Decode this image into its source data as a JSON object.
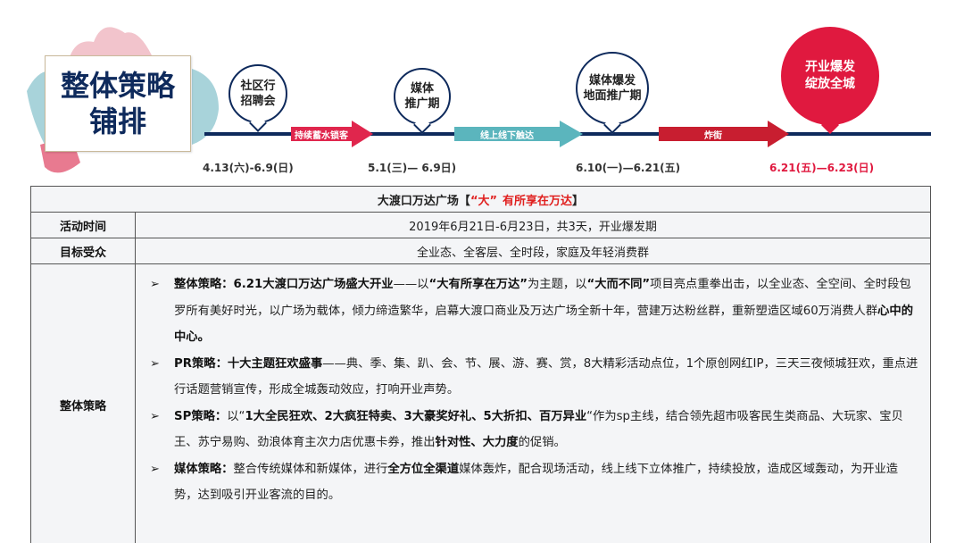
{
  "title": {
    "line1": "整体策略",
    "line2": "铺排"
  },
  "timeline": {
    "bubbles": [
      {
        "line1": "社区行",
        "line2": "招聘会"
      },
      {
        "line1": "媒体",
        "line2": "推广期"
      },
      {
        "line1": "媒体爆发",
        "line2": "地面推广期"
      },
      {
        "line1": "开业爆发",
        "line2": "绽放全城"
      }
    ],
    "arrows": [
      {
        "label": "持续蓄水锁客",
        "color": "#e0264d"
      },
      {
        "label": "线上线下触达",
        "color": "#5bb5bd"
      },
      {
        "label": "炸街",
        "color": "#c81e30"
      }
    ],
    "dates": [
      "4.13(六)-6.9(日)",
      "5.1(三)— 6.9日)",
      "6.10(一)—6.21(五)",
      "6.21(五)—6.23(日)"
    ]
  },
  "colors": {
    "navy": "#0e2a5c",
    "red": "#e0193f",
    "teal": "#5bb5bd",
    "pink": "#f2c4cc",
    "lightblue": "#a8d3da"
  },
  "table": {
    "header": {
      "prefix": "大渡口万达广场【",
      "highlight_quote": "“大”",
      "highlight_rest": "有所享在万达",
      "suffix": "】"
    },
    "rows": [
      {
        "label": "活动时间",
        "value": "2019年6月21日-6月23日，共3天，开业爆发期"
      },
      {
        "label": "目标受众",
        "value": "全业态、全客层、全时段，家庭及年轻消费群"
      }
    ],
    "strategy": {
      "label": "整体策略",
      "bullet_mark": "➢",
      "items": [
        {
          "b1": "整体策略：6.21大渡口万达广场盛大开业",
          "t1": "——以",
          "b2": "“大有所享在万达”",
          "t2": "为主题，以",
          "b3": "“大而不同”",
          "t3": "项目亮点重拳出击，以全业态、全空间、全时段包罗所有美好时光，以广场为载体，倾力缔造繁华，启幕大渡口商业及万达广场全新十年，营建万达粉丝群，重新塑造区域60万消费人群",
          "b4": "心中的中心。"
        },
        {
          "b1": "PR策略：十大主题狂欢盛事",
          "t1": "——典、季、集、趴、会、节、展、游、赛、赏，8大精彩活动点位，1个原创网红IP，三天三夜倾城狂欢，重点进行话题营销宣传，形成全城轰动效应，打响开业声势。"
        },
        {
          "b1": "SP策略：",
          "t1": "以“",
          "b2": "1大全民狂欢、2大疯狂特卖、3大豪奖好礼、5大折扣、百万异业",
          "t2": "“作为sp主线，结合领先超市吸客民生类商品、大玩家、宝贝王、苏宁易购、劲浪体育主次力店优惠卡券，推出",
          "b3": "针对性、大力度",
          "t3": "的促销。"
        },
        {
          "b1": "媒体策略：",
          "t1": "整合传统媒体和新媒体，进行",
          "b2": "全方位全渠道",
          "t2": "媒体轰炸，配合现场活动，线上线下立体推广，持续投放，造成区域轰动，为开业造势，达到吸引开业客流的目的。"
        }
      ]
    }
  }
}
